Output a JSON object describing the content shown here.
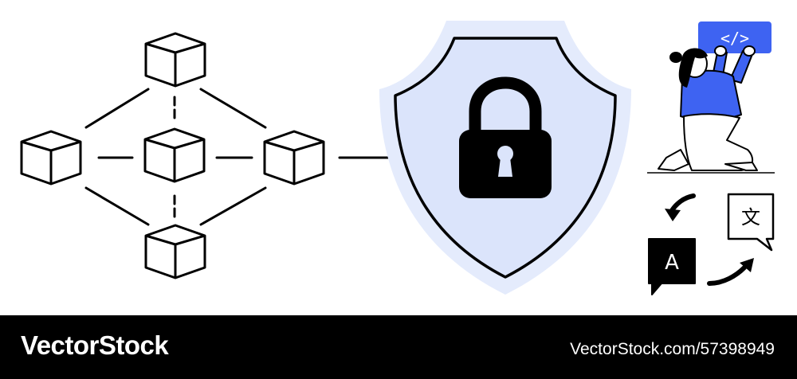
{
  "illustration": {
    "code_tag": "</>",
    "lang_from": "A",
    "lang_to": "文",
    "colors": {
      "accent_blue": "#3e63f2",
      "shield_fill": "#dbe4fb",
      "shield_outer": "#e4ebfc",
      "stroke": "#000000"
    },
    "icons": [
      "blockchain-network-icon",
      "security-shield-icon",
      "padlock-icon",
      "developer-person-icon",
      "translation-icon"
    ]
  },
  "footer": {
    "brand": "VectorStock",
    "stock_id": "VectorStock.com/57398949"
  }
}
